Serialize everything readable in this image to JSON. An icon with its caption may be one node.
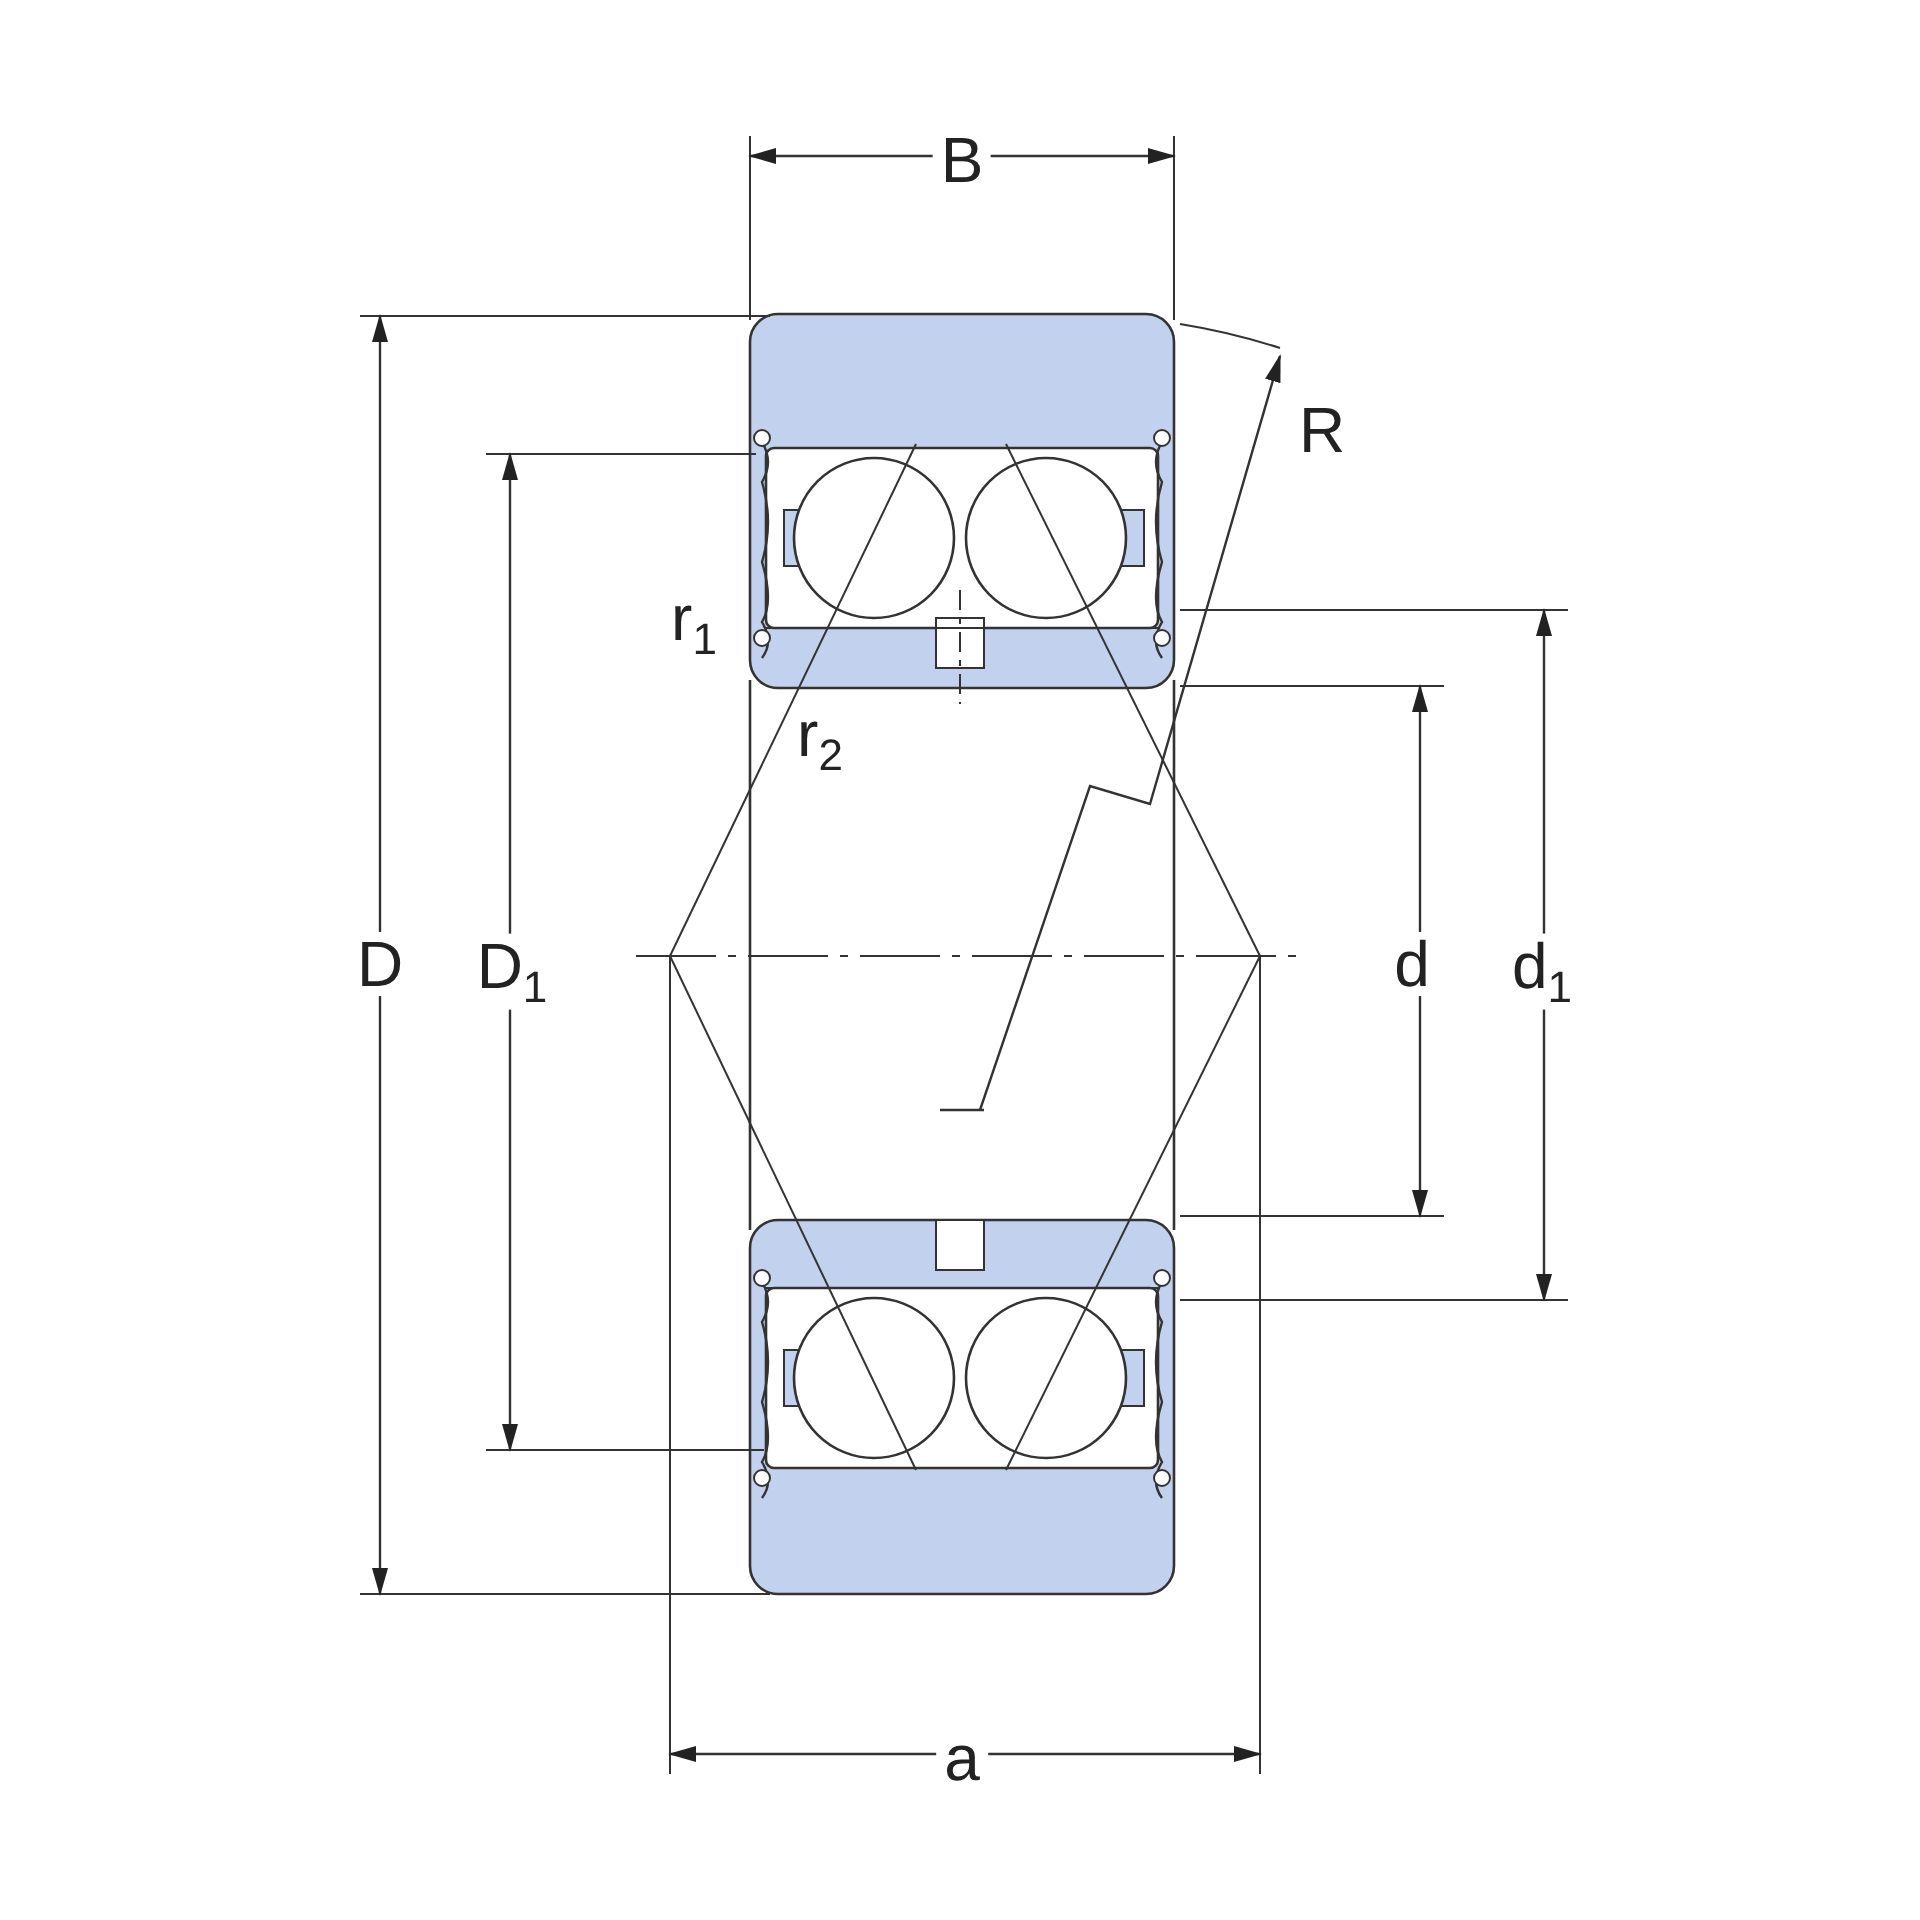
{
  "diagram": {
    "labels": [
      "B",
      "R",
      "r$_{1}$",
      "r$_{2}$",
      "D",
      "D$_{1}$",
      "d",
      "d$_{1}$",
      "a"
    ]
  }
}
